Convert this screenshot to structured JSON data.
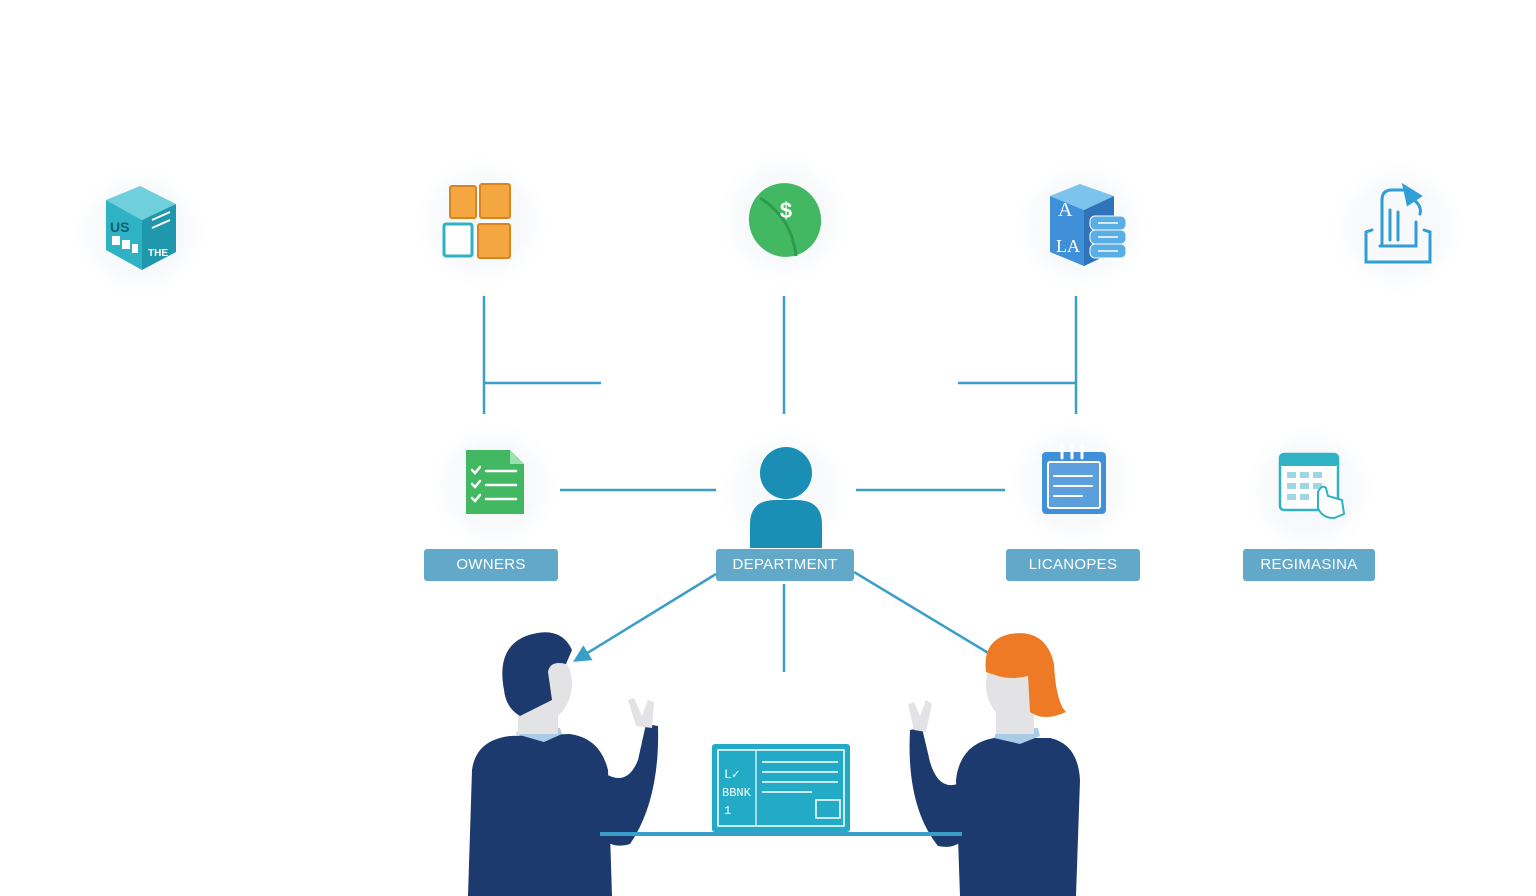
{
  "colors": {
    "line": "#3a9fc8",
    "label_bg": "#62a8c9",
    "teal": "#2fb2c4",
    "orange": "#f4a640",
    "green": "#43b863",
    "blue": "#3f90d8",
    "navy": "#1d3a6e",
    "person_teal": "#1a8eb5",
    "hair_orange": "#ef7a25",
    "skin": "#e3e3e6",
    "collar": "#a9cde9",
    "screen": "#23aac6"
  },
  "icons": {
    "top": [
      "shipping-box-icon",
      "folder-grid-icon",
      "dollar-coin-icon",
      "server-cube-icon",
      "document-tray-icon"
    ],
    "middle": [
      "checklist-document-icon",
      "person-icon",
      "notepad-icon",
      "calendar-click-icon"
    ]
  },
  "box_text": [
    "US",
    "THE"
  ],
  "cube_letters": [
    "A",
    "LA"
  ],
  "dollar_sign": "$",
  "labels": {
    "owners": "OWNERS",
    "department": "DEPARTMENT",
    "licanopes": "LICANOPES",
    "regimasina": "REGIMASINA"
  },
  "laptop": {
    "line1": "L✓",
    "line2": "BBNK",
    "line3": "1"
  }
}
